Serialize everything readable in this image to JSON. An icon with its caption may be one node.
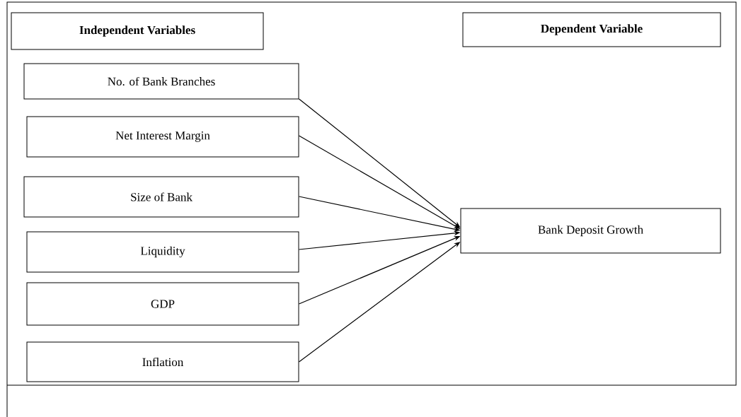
{
  "diagram": {
    "nodes": [
      {
        "text": [
          "Independent Variables"
        ]
      },
      {
        "text": [
          "Dependent Variable"
        ]
      },
      {
        "text": [
          "No. of Bank Branches"
        ]
      },
      {
        "text": [
          "Net Interest Margin"
        ]
      },
      {
        "text": [
          "Size of Bank"
        ]
      },
      {
        "text": [
          "Liquidity"
        ]
      },
      {
        "text": [
          "GDP"
        ]
      },
      {
        "text": [
          "Inflation"
        ]
      },
      {
        "text": [
          "Bank Deposit Growth"
        ]
      }
    ],
    "edges": [
      {
        "from": 2,
        "to": 8,
        "arrow": "to"
      },
      {
        "from": 3,
        "to": 8,
        "arrow": "to"
      },
      {
        "from": 4,
        "to": 8,
        "arrow": "to"
      },
      {
        "from": 5,
        "to": 8,
        "arrow": "to"
      },
      {
        "from": 6,
        "to": 8,
        "arrow": "to"
      },
      {
        "from": 7,
        "to": 8,
        "arrow": "to"
      }
    ]
  }
}
